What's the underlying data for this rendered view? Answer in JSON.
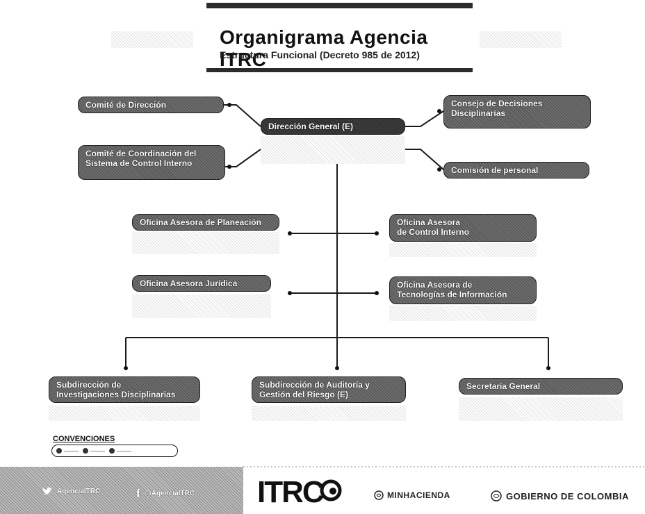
{
  "header": {
    "title": "Organigrama Agencia ITRC",
    "subtitle": "Estructura Funcional (Decreto 985 de 2012)"
  },
  "boxes": {
    "comite_direccion": "Comité de Dirección",
    "comite_coordinacion": "Comité de Coordinación del\nSistema de Control Interno",
    "direccion_general": "Dirección General (E)",
    "consejo_decisiones": "Consejo de Decisiones\nDisciplinarias",
    "comision_personal": "Comisión de personal",
    "of_planeacion": "Oficina Asesora de Planeación",
    "of_control_interno": "Oficina Asesora\nde Control Interno",
    "of_juridica": "Oficina Asesora Jurídica",
    "of_tecnologias": "Oficina Asesora de\nTecnologías de Información",
    "sub_investigaciones": "Subdirección de\nInvestigaciones Disciplinarias",
    "sub_auditoria": "Subdirección de Auditoría y\nGestión del Riesgo (E)",
    "secretaria_general": "Secretaría General"
  },
  "conventions": {
    "title": "CONVENCIONES",
    "items": [
      "———",
      "———",
      "———"
    ]
  },
  "footer": {
    "twitter_handle": "AgenciaITRC",
    "facebook_handle": "@AgenciaITRC",
    "logo_text": "ITRC",
    "ministry": "MINHACIENDA",
    "government": "GOBIERNO DE COLOMBIA"
  },
  "colors": {
    "box_fill": "#5a5a5a",
    "box_dark": "#2e2e2e",
    "line": "#1a1a1a"
  }
}
